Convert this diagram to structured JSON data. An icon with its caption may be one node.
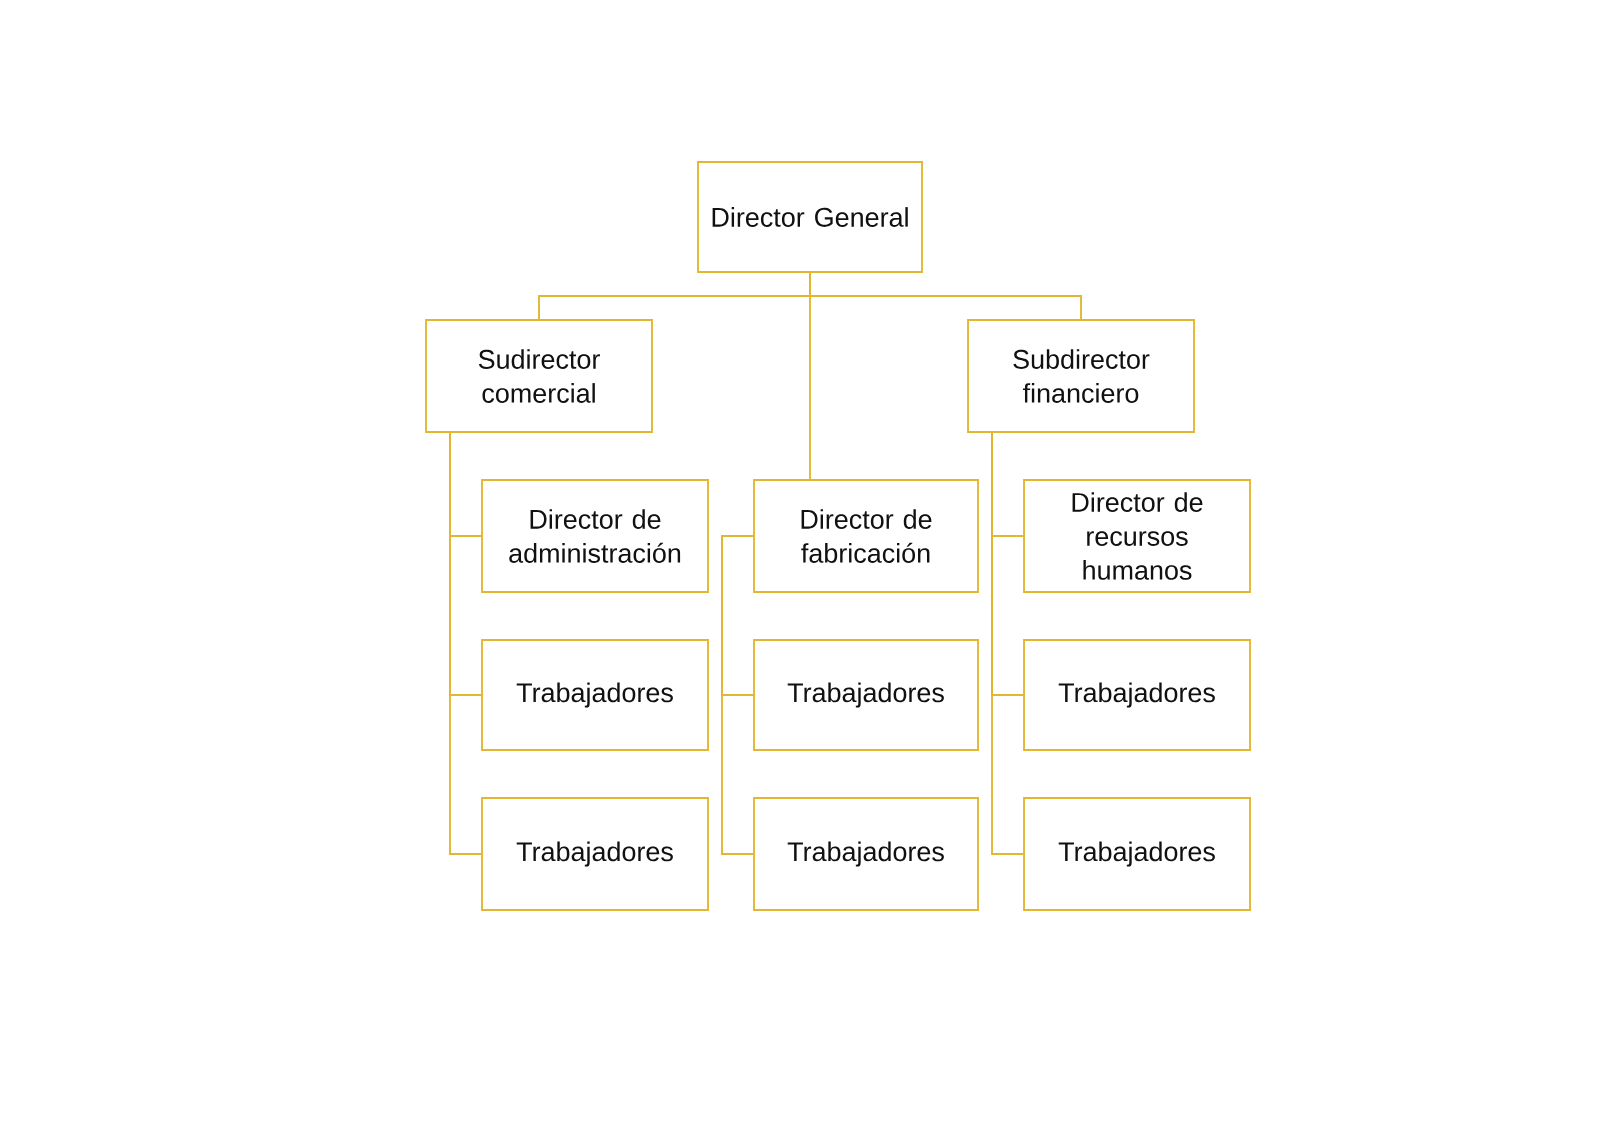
{
  "diagram": {
    "nodes": [
      {
        "text": [
          "Director General"
        ]
      },
      {
        "text": [
          "Sudirector comercial"
        ]
      },
      {
        "text": [
          "Subdirector financiero"
        ]
      },
      {
        "text": [
          "Director de administración"
        ]
      },
      {
        "text": [
          "Director de fabricación"
        ]
      },
      {
        "text": [
          "Director de recursos humanos"
        ]
      },
      {
        "text": [
          "Trabajadores"
        ]
      },
      {
        "text": [
          "Trabajadores"
        ]
      },
      {
        "text": [
          "Trabajadores"
        ]
      },
      {
        "text": [
          "Trabajadores"
        ]
      },
      {
        "text": [
          "Trabajadores"
        ]
      },
      {
        "text": [
          "Trabajadores"
        ]
      }
    ],
    "edges": [
      {
        "from": 0,
        "to": 1,
        "arrow": "none"
      },
      {
        "from": 0,
        "to": 4,
        "arrow": "none"
      },
      {
        "from": 0,
        "to": 2,
        "arrow": "none"
      },
      {
        "from": 1,
        "to": 3,
        "arrow": "none"
      },
      {
        "from": 1,
        "to": 6,
        "arrow": "none"
      },
      {
        "from": 1,
        "to": 9,
        "arrow": "none"
      },
      {
        "from": 4,
        "to": 7,
        "arrow": "none"
      },
      {
        "from": 4,
        "to": 10,
        "arrow": "none"
      },
      {
        "from": 2,
        "to": 5,
        "arrow": "none"
      },
      {
        "from": 2,
        "to": 8,
        "arrow": "none"
      },
      {
        "from": 2,
        "to": 11,
        "arrow": "none"
      }
    ]
  }
}
